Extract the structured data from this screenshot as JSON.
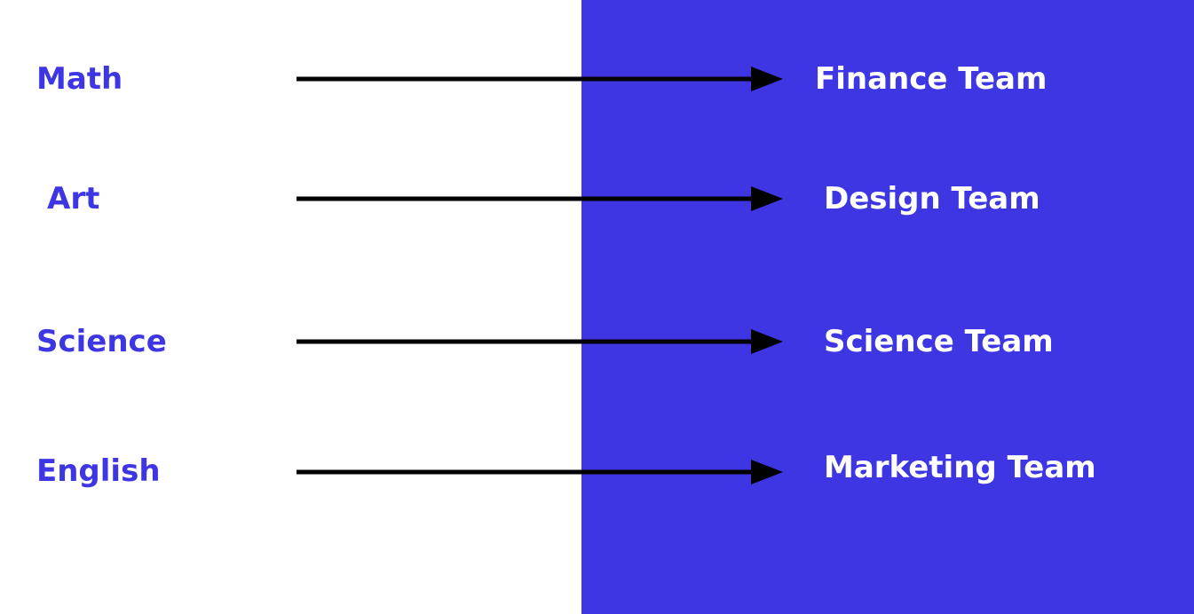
{
  "colors": {
    "accent": "#3e36e2",
    "background": "#ffffff",
    "arrow": "#000000",
    "team_text": "#ffffff"
  },
  "mappings": [
    {
      "subject": "Math",
      "team": "Finance Team"
    },
    {
      "subject": "Art",
      "team": "Design Team"
    },
    {
      "subject": "Science",
      "team": "Science Team"
    },
    {
      "subject": "English",
      "team": "Marketing Team"
    }
  ]
}
